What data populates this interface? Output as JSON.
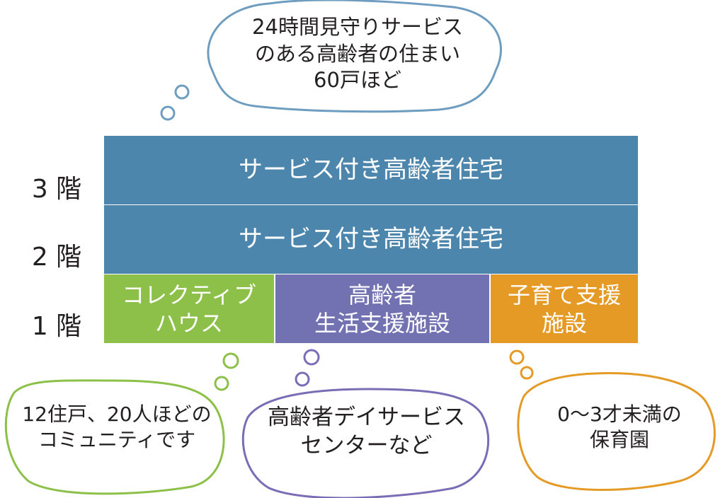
{
  "floors": [
    {
      "label": "3 階",
      "content": "サービス付き高齢者住宅"
    },
    {
      "label": "2 階",
      "content": "サービス付き高齢者住宅"
    },
    {
      "label": "1 階"
    }
  ],
  "first_floor_units": [
    {
      "label": "コレクティブ\nハウス",
      "color": "#8cc048"
    },
    {
      "label": "高齢者\n生活支援施設",
      "color": "#7272b2"
    },
    {
      "label": "子育て支援\n施設",
      "color": "#e59a26"
    }
  ],
  "callouts": {
    "top": {
      "text": "24時間見守りサービス\nのある高齢者の住まい\n60戸ほど",
      "color": "#6f9dc0"
    },
    "collective": {
      "text": "12住戸、20人ほどの\nコミュニティです",
      "color": "#8cc048"
    },
    "daycare_elderly": {
      "text": "高齢者デイサービス\nセンターなど",
      "color": "#7b6cb6"
    },
    "nursery": {
      "text": "0〜3才未満の\n保育園",
      "color": "#e59a26"
    }
  }
}
